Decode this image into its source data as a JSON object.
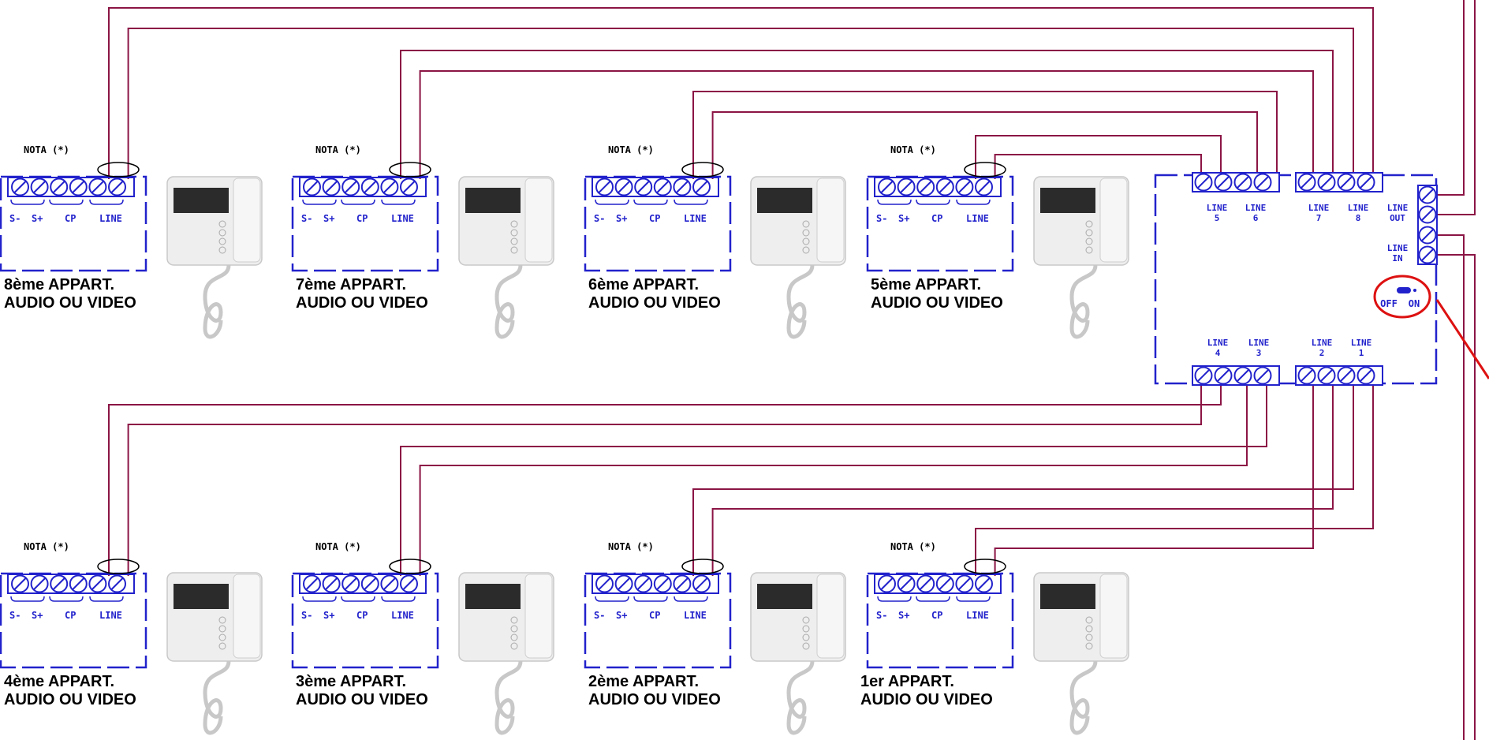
{
  "note_label": "NOTA (*)",
  "terminal_labels": {
    "s_minus": "S-",
    "s_plus": "S+",
    "cp": "CP",
    "line": "LINE"
  },
  "apartments": [
    {
      "id": "8",
      "title": "8ème APPART.",
      "subtitle": "AUDIO OU VIDEO"
    },
    {
      "id": "7",
      "title": "7ème APPART.",
      "subtitle": "AUDIO OU VIDEO"
    },
    {
      "id": "6",
      "title": "6ème APPART.",
      "subtitle": "AUDIO OU VIDEO"
    },
    {
      "id": "5",
      "title": "5ème APPART.",
      "subtitle": "AUDIO OU VIDEO"
    },
    {
      "id": "4",
      "title": "4ème APPART.",
      "subtitle": "AUDIO OU VIDEO"
    },
    {
      "id": "3",
      "title": "3ème APPART.",
      "subtitle": "AUDIO OU VIDEO"
    },
    {
      "id": "2",
      "title": "2ème APPART.",
      "subtitle": "AUDIO OU VIDEO"
    },
    {
      "id": "1",
      "title": "1er APPART.",
      "subtitle": "AUDIO OU VIDEO"
    }
  ],
  "distributor": {
    "line_word": "LINE",
    "top_lines": [
      "5",
      "6",
      "7",
      "8"
    ],
    "bottom_lines": [
      "4",
      "3",
      "2",
      "1"
    ],
    "line_out": [
      "LINE",
      "OUT"
    ],
    "line_in": [
      "LINE",
      "IN"
    ],
    "switch": {
      "off": "OFF",
      "on": "ON"
    }
  },
  "colors": {
    "wire": "#8b1545",
    "terminal": "#2222cc",
    "highlight": "#dd1111",
    "text": "#000000"
  }
}
